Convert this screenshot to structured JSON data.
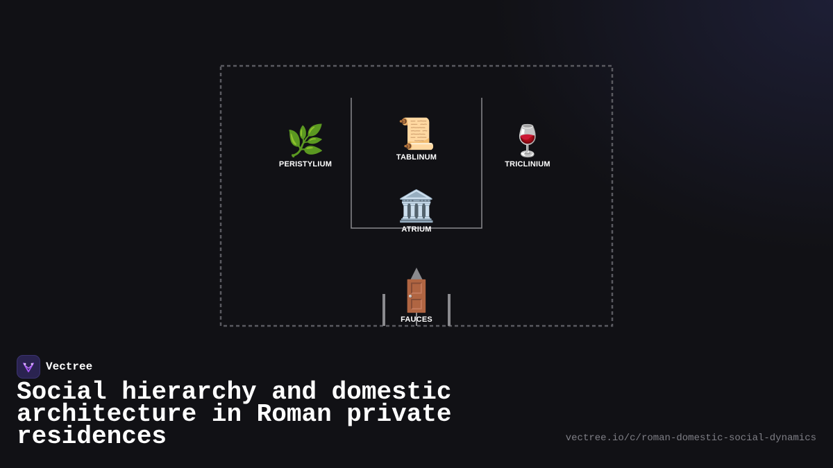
{
  "brand": {
    "name": "Vectree",
    "logo_icon": "vectree-logo-icon"
  },
  "headline": "Social hierarchy and domestic architecture in Roman private residences",
  "url": "vectree.io/c/roman-domestic-social-dynamics",
  "diagram": {
    "rooms": {
      "peristylium": {
        "label": "PERISTYLIUM",
        "icon": "🌿"
      },
      "tablinum": {
        "label": "TABLINUM",
        "icon": "📜"
      },
      "triclinium": {
        "label": "TRICLINIUM",
        "icon": "🍷"
      },
      "atrium": {
        "label": "ATRIUM",
        "icon": "🏛️"
      },
      "fauces": {
        "label": "FAUCES",
        "icon": "🚪"
      }
    }
  },
  "colors": {
    "background": "#111115",
    "outline": "#5a5a60",
    "walls": "#8a8a8e",
    "text": "#ffffff",
    "muted": "#7f7f86",
    "logo_bg": "#2a2350",
    "logo_accent": "#a855f7"
  }
}
